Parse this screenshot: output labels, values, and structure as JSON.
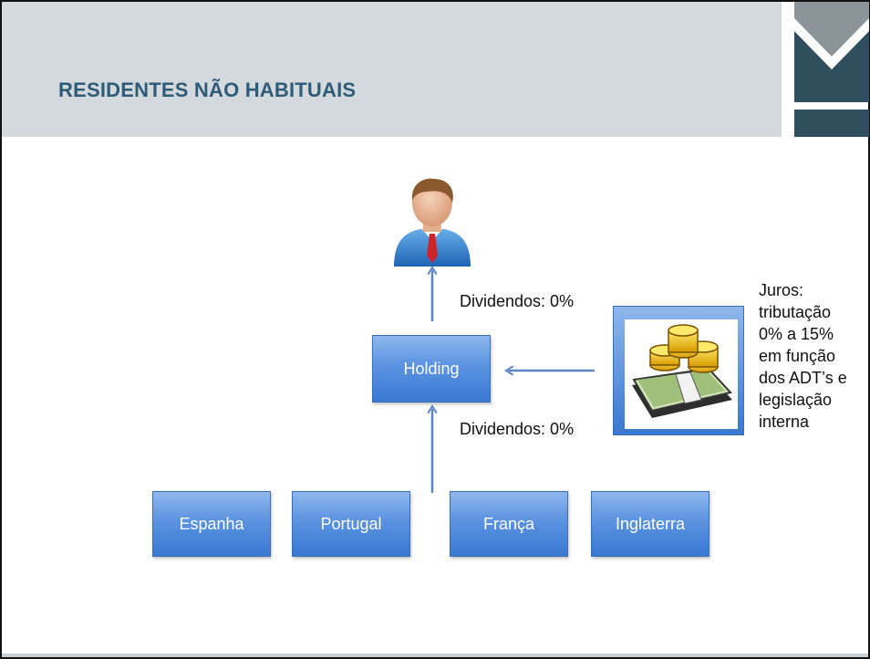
{
  "header": {
    "title": "RESIDENTES NÃO HABITUAIS"
  },
  "diagram": {
    "holding": "Holding",
    "countries": [
      "Espanha",
      "Portugal",
      "França",
      "Inglaterra"
    ],
    "dividend_top": "Dividendos: 0%",
    "dividend_bottom": "Dividendos: 0%",
    "interest_note": [
      "Juros:",
      "tributação",
      "0% a 15%",
      "em função",
      "dos ADT’s e",
      "legislação",
      "interna"
    ]
  },
  "icons": {
    "person": "person-icon",
    "money": "money-stack-icon",
    "logo": "logo-icon"
  },
  "colors": {
    "title": "#2e5b78",
    "box_top": "#8fb7ec",
    "box_bottom": "#3a78d2",
    "arrow": "#5b86c4",
    "header_band": "#d4d9dd"
  }
}
